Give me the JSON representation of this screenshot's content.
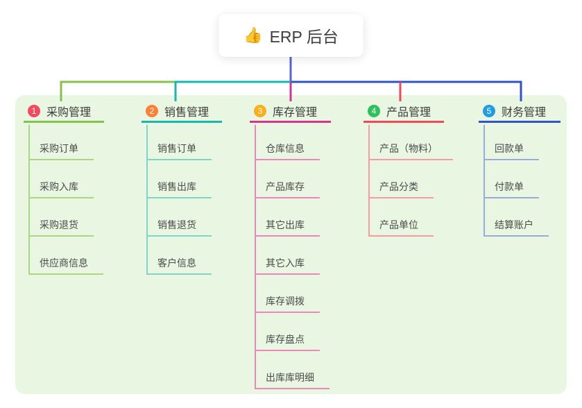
{
  "root": {
    "icon": "👍",
    "title": "ERP 后台"
  },
  "colors": {
    "panel_bg": "#e9f6e2",
    "root_connector": "#5663d9"
  },
  "branches": [
    {
      "num": "1",
      "label": "采购管理",
      "badge_color": "#f5495f",
      "line_color": "#86c04e",
      "child_line_color": "#abd57e",
      "children": [
        "采购订单",
        "采购入库",
        "采购退货",
        "供应商信息"
      ]
    },
    {
      "num": "2",
      "label": "销售管理",
      "badge_color": "#fd8036",
      "line_color": "#16b8ac",
      "child_line_color": "#7ed3cb",
      "children": [
        "销售订单",
        "销售出库",
        "销售退货",
        "客户信息"
      ]
    },
    {
      "num": "3",
      "label": "库存管理",
      "badge_color": "#fcae1b",
      "line_color": "#d63390",
      "child_line_color": "#ee86ba",
      "children": [
        "仓库信息",
        "产品库存",
        "其它出库",
        "其它入库",
        "库存调拨",
        "库存盘点",
        "出库库明细"
      ]
    },
    {
      "num": "4",
      "label": "产品管理",
      "badge_color": "#2dc25b",
      "line_color": "#f4455a",
      "child_line_color": "#f79aa1",
      "children": [
        "产品（物料）",
        "产品分类",
        "产品单位"
      ]
    },
    {
      "num": "5",
      "label": "财务管理",
      "badge_color": "#209de2",
      "line_color": "#2e52c9",
      "child_line_color": "#98acdb",
      "children": [
        "回款单",
        "付款单",
        "结算账户"
      ]
    }
  ]
}
